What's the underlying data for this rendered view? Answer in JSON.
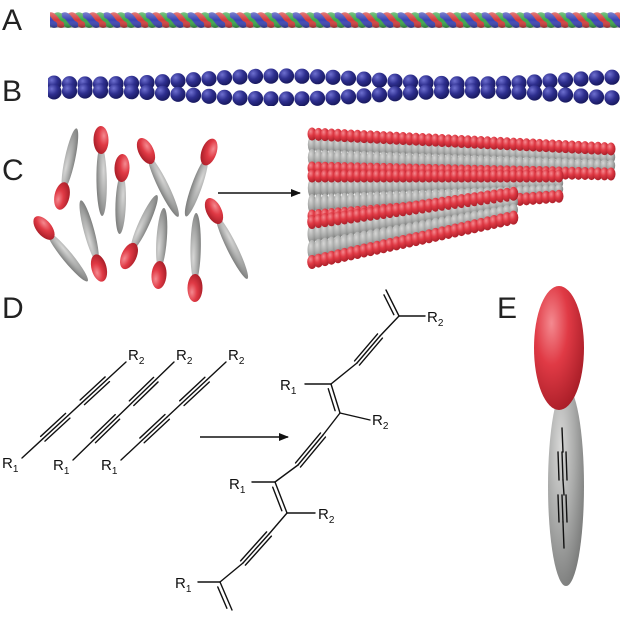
{
  "panels": {
    "a": {
      "label": "A"
    },
    "b": {
      "label": "B"
    },
    "c": {
      "label": "C"
    },
    "d": {
      "label": "D"
    },
    "e": {
      "label": "E"
    }
  },
  "chem": {
    "r": "R",
    "sub1": "1",
    "sub2": "2"
  },
  "colors": {
    "head_red": "#e03a45",
    "tail_gray": "#a9aaa9",
    "sphere_blue": "#2e2f8f",
    "strand_green": "#3aa64a",
    "strand_blue": "#3a43b5",
    "strand_red": "#d43b3b"
  }
}
